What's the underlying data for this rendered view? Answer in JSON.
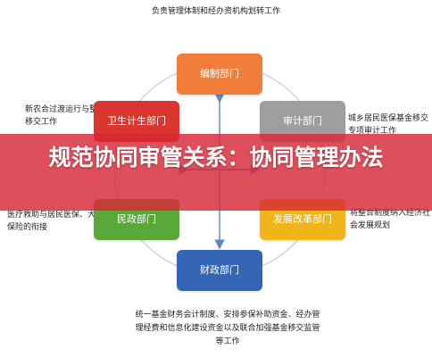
{
  "notes": {
    "top": "负责管理体制和经办资机构划转工作",
    "left_top": "新农合过渡运行与整合移交工作",
    "left_bottom": "医疗救助与居民医保、大病保险的衔接",
    "right_top": "城乡居民医保基金移交专项审计工作",
    "right_bottom": "将整合制度纳入经济社会发展规划",
    "bottom": "统一基金财务会计制度、安排参保补助资金、经办管理经费和信息化建设资金以及联合加强基金移交监管等工作"
  },
  "departments": {
    "top": "编制部门",
    "left": "卫生计生部门",
    "right": "审计部门",
    "lower_left": "民政部门",
    "lower_right": "发展改革部门",
    "bottom": "财政部门"
  },
  "banner": {
    "title": "规范协同审管关系：协同管理办法"
  },
  "colors": {
    "top": "#f07d3a",
    "left": "#d9362f",
    "right": "#9e9e9e",
    "lower_left": "#5aa83a",
    "lower_right": "#f2b41b",
    "bottom": "#3566b5",
    "banner": "#d82837",
    "arrow": "#5b87c7"
  }
}
